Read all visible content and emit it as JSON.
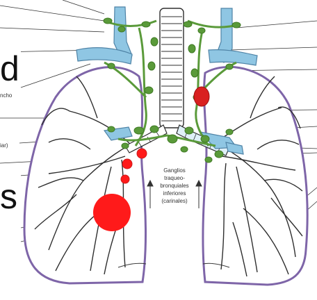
{
  "labels": {
    "ganglios_lines": [
      "Ganglios",
      "traqueo-",
      "bronquiales",
      "inferiores",
      "(carinales)"
    ],
    "left_fragment_1": "ncho",
    "left_fragment_2": "iar)",
    "big_char_1": "d",
    "big_char_2": "s"
  },
  "colors": {
    "lymph_green": "#5a9a3a",
    "lymph_dark": "#3f7a24",
    "vessel_blue": "#8fc6e3",
    "vessel_outline": "#4f83a6",
    "lung_outline": "#7e65a8",
    "bronchi": "#2e2e2e",
    "metastasis_red": "#ff1a1a",
    "node_red_dark": "#cc1a1a"
  },
  "icons": [
    "trachea",
    "left-lung",
    "right-lung",
    "lymph-node",
    "metastasis-node"
  ]
}
